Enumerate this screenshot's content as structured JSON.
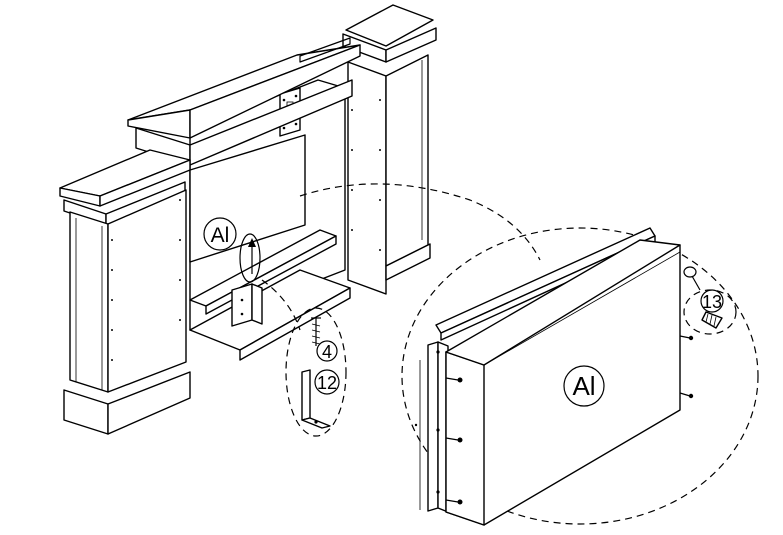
{
  "labels": {
    "panel_callout_small": "Al",
    "panel_callout_large": "Al",
    "screw_part": "4",
    "bracket_part": "12",
    "detail_screw_part": "13"
  },
  "colors": {
    "line": "#000000",
    "background": "#ffffff"
  }
}
